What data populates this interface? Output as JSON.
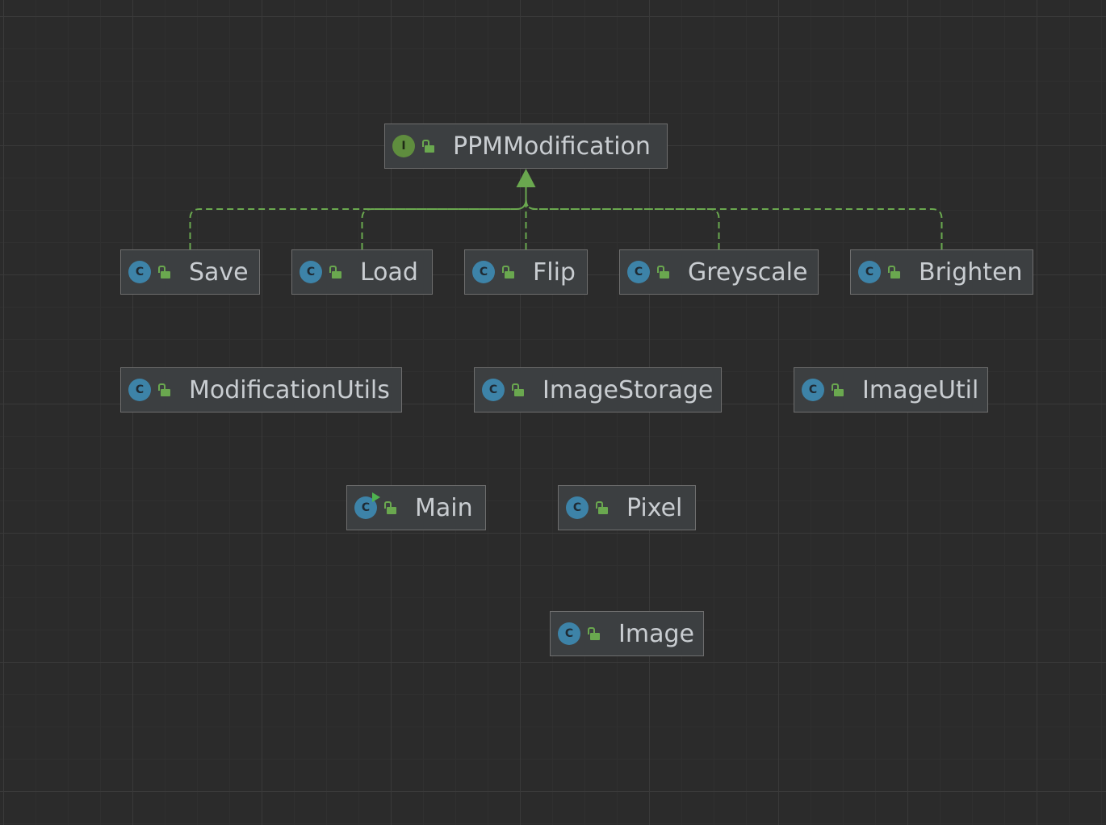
{
  "diagram": {
    "nodes": [
      {
        "id": "ppmmodification",
        "label": "PPMModification",
        "kind": "interface",
        "icon_letter": "I",
        "icon": "interface-icon",
        "access_icon": "unlocked-icon"
      },
      {
        "id": "save",
        "label": "Save",
        "kind": "class",
        "icon_letter": "C",
        "icon": "class-icon",
        "access_icon": "unlocked-icon"
      },
      {
        "id": "load",
        "label": "Load",
        "kind": "class",
        "icon_letter": "C",
        "icon": "class-icon",
        "access_icon": "unlocked-icon"
      },
      {
        "id": "flip",
        "label": "Flip",
        "kind": "class",
        "icon_letter": "C",
        "icon": "class-icon",
        "access_icon": "unlocked-icon"
      },
      {
        "id": "greyscale",
        "label": "Greyscale",
        "kind": "class",
        "icon_letter": "C",
        "icon": "class-icon",
        "access_icon": "unlocked-icon"
      },
      {
        "id": "brighten",
        "label": "Brighten",
        "kind": "class",
        "icon_letter": "C",
        "icon": "class-icon",
        "access_icon": "unlocked-icon"
      },
      {
        "id": "modificationutils",
        "label": "ModificationUtils",
        "kind": "class",
        "icon_letter": "C",
        "icon": "class-icon",
        "access_icon": "unlocked-icon"
      },
      {
        "id": "imagestorage",
        "label": "ImageStorage",
        "kind": "class",
        "icon_letter": "C",
        "icon": "class-icon",
        "access_icon": "unlocked-icon"
      },
      {
        "id": "imageutil",
        "label": "ImageUtil",
        "kind": "class",
        "icon_letter": "C",
        "icon": "class-icon",
        "access_icon": "unlocked-icon"
      },
      {
        "id": "main",
        "label": "Main",
        "kind": "main-class",
        "icon_letter": "C",
        "icon": "runnable-class-icon",
        "access_icon": "unlocked-icon"
      },
      {
        "id": "pixel",
        "label": "Pixel",
        "kind": "class",
        "icon_letter": "C",
        "icon": "class-icon",
        "access_icon": "unlocked-icon"
      },
      {
        "id": "image",
        "label": "Image",
        "kind": "class",
        "icon_letter": "C",
        "icon": "class-icon",
        "access_icon": "unlocked-icon"
      }
    ],
    "edges": [
      {
        "from": "save",
        "to": "ppmmodification",
        "type": "implements"
      },
      {
        "from": "load",
        "to": "ppmmodification",
        "type": "implements"
      },
      {
        "from": "flip",
        "to": "ppmmodification",
        "type": "implements"
      },
      {
        "from": "greyscale",
        "to": "ppmmodification",
        "type": "implements"
      },
      {
        "from": "brighten",
        "to": "ppmmodification",
        "type": "implements"
      }
    ],
    "colors": {
      "background": "#2b2b2b",
      "node_fill": "#3c3f41",
      "node_border": "#6e6e6e",
      "class_icon": "#3d83a8",
      "interface_icon": "#5f8d3e",
      "edge": "#6aa84f",
      "text": "#c9cdd1"
    }
  }
}
